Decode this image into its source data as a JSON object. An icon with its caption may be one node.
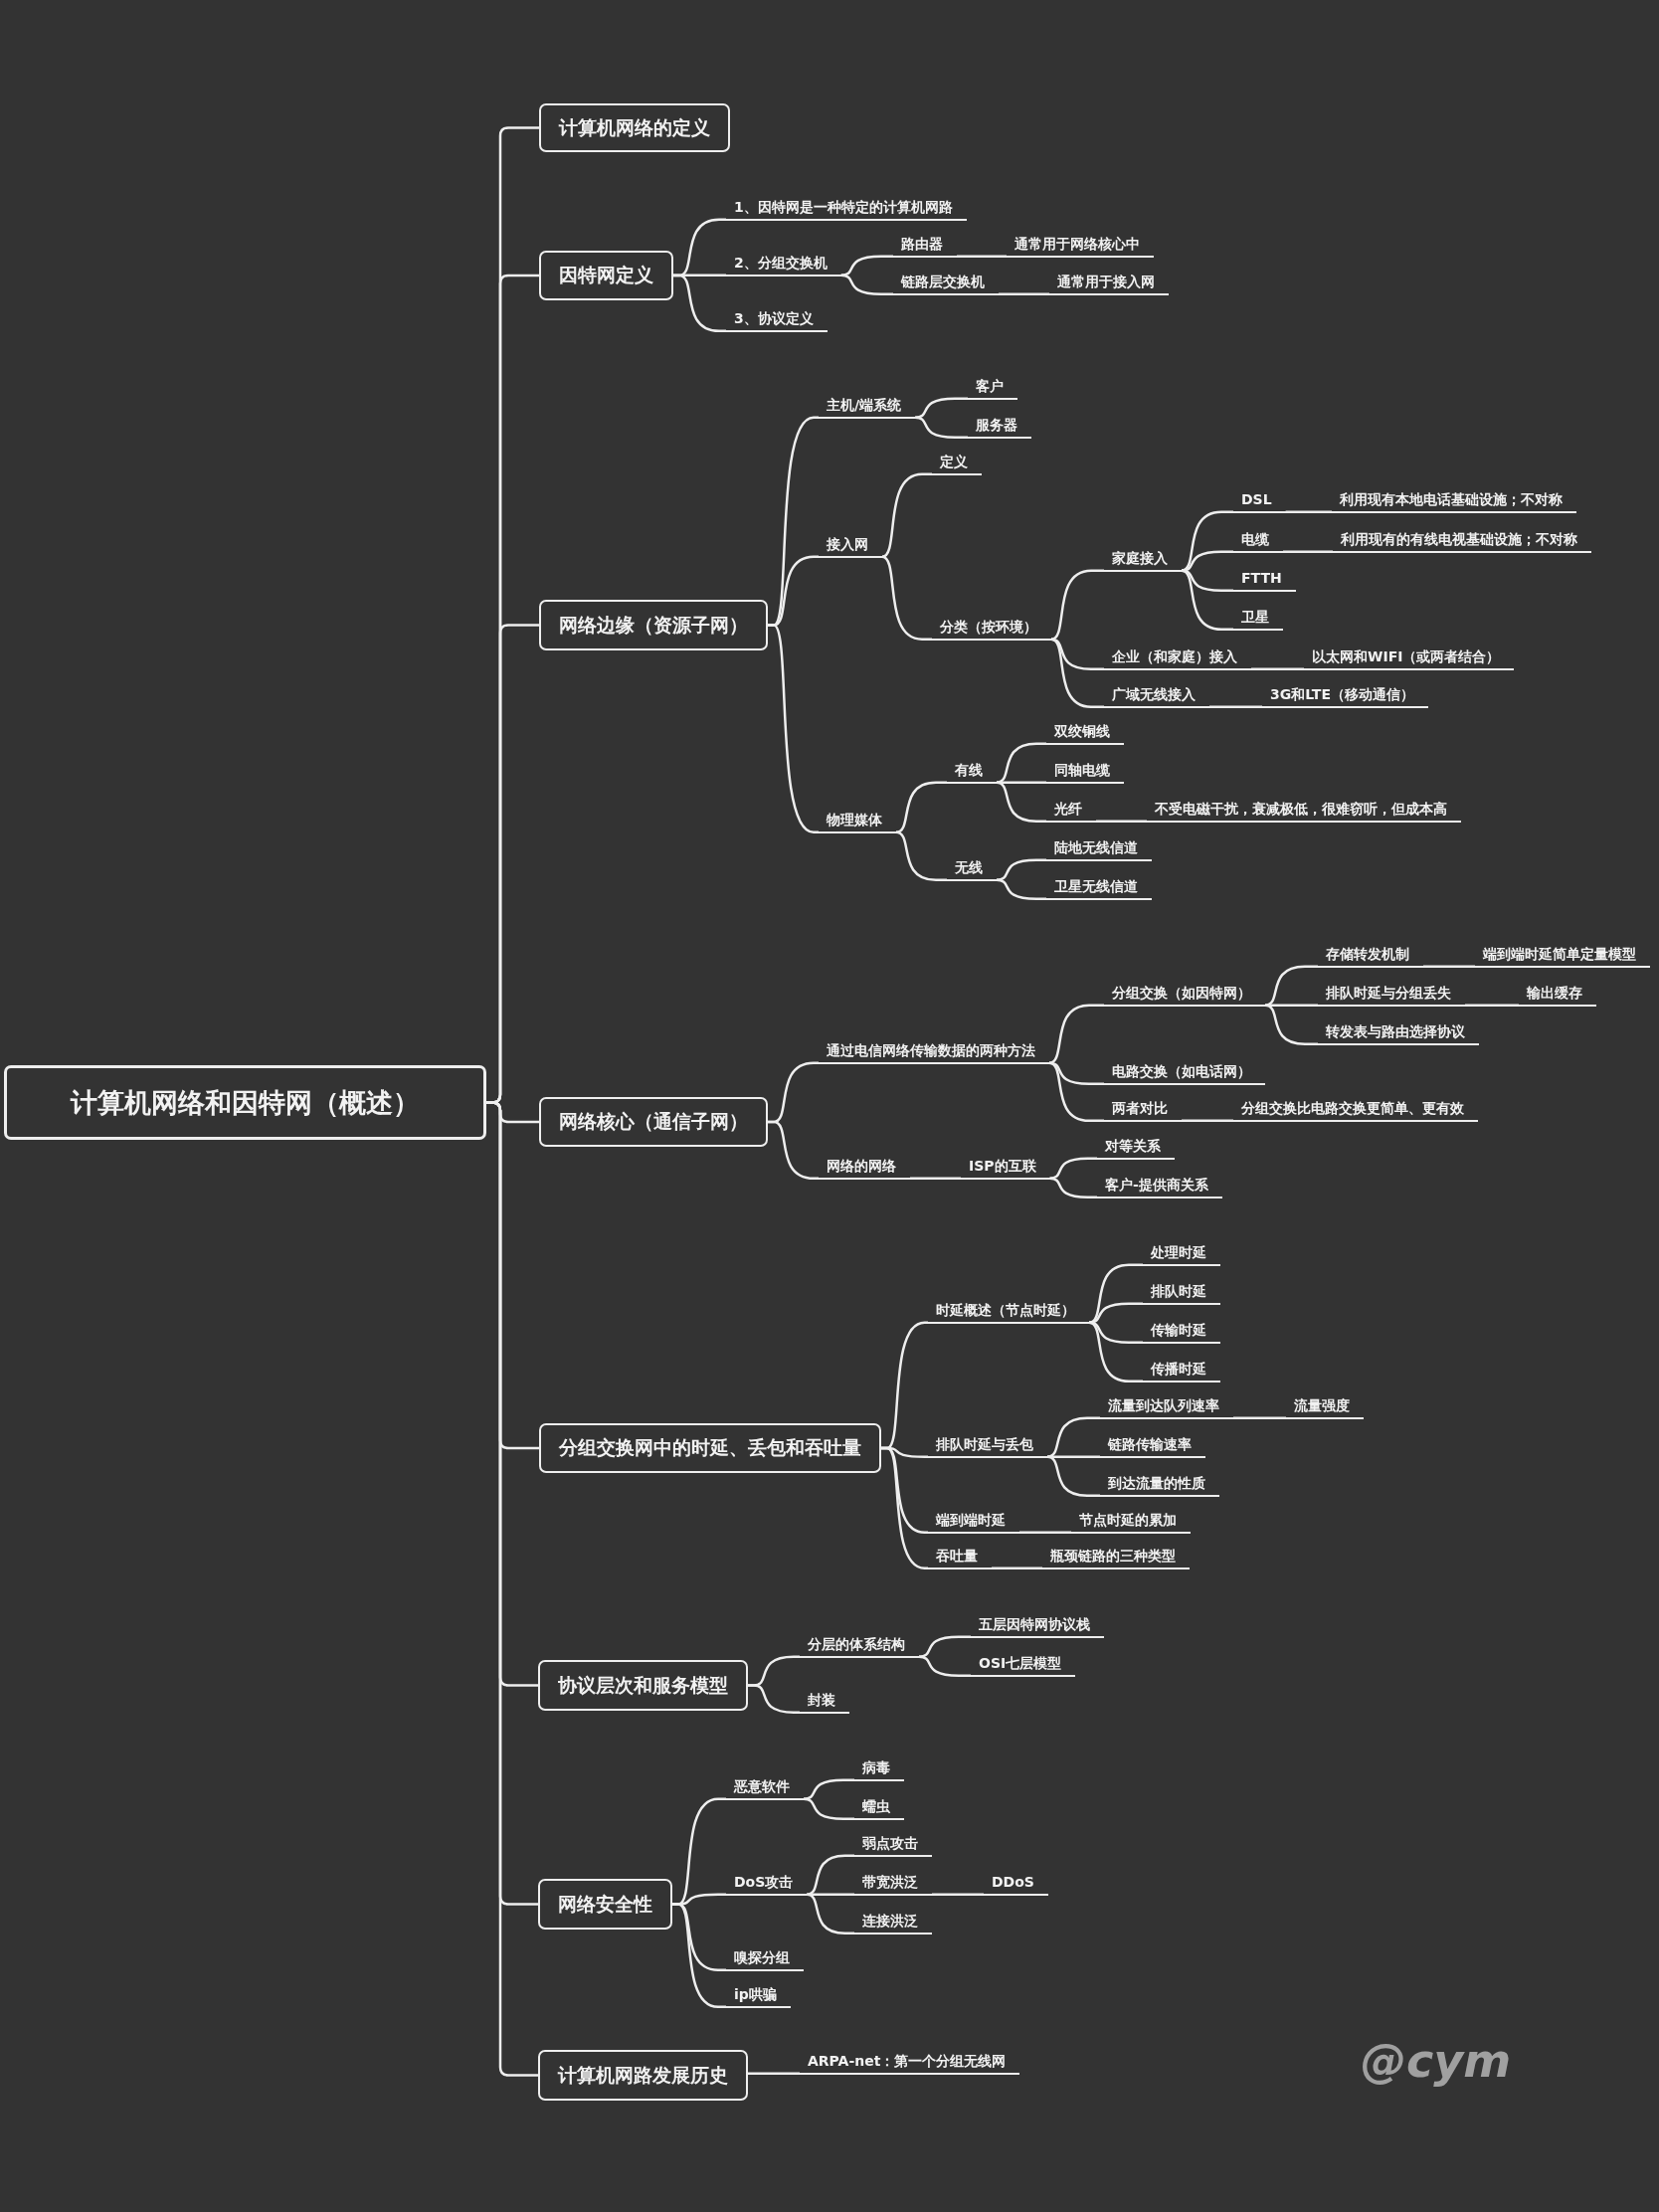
{
  "diagram": {
    "nodes": [
      {
        "text": [
          "计算机网络和因特网（概述）"
        ]
      },
      {
        "text": [
          "计算机网络的定义"
        ]
      },
      {
        "text": [
          "因特网定义"
        ]
      },
      {
        "text": [
          "1、因特网是一种特定的计算机网路"
        ]
      },
      {
        "text": [
          "2、分组交换机"
        ]
      },
      {
        "text": [
          "路由器"
        ]
      },
      {
        "text": [
          "通常用于网络核心中"
        ]
      },
      {
        "text": [
          "链路层交换机"
        ]
      },
      {
        "text": [
          "通常用于接入网"
        ]
      },
      {
        "text": [
          "3、协议定义"
        ]
      },
      {
        "text": [
          "网络边缘（资源子网）"
        ]
      },
      {
        "text": [
          "主机/端系统"
        ]
      },
      {
        "text": [
          "客户"
        ]
      },
      {
        "text": [
          "服务器"
        ]
      },
      {
        "text": [
          "接入网"
        ]
      },
      {
        "text": [
          "定义"
        ]
      },
      {
        "text": [
          "分类（按环境）"
        ]
      },
      {
        "text": [
          "家庭接入"
        ]
      },
      {
        "text": [
          "DSL"
        ]
      },
      {
        "text": [
          "利用现有本地电话基础设施；不对称"
        ]
      },
      {
        "text": [
          "电缆"
        ]
      },
      {
        "text": [
          "利用现有的有线电视基础设施；不对称"
        ]
      },
      {
        "text": [
          "FTTH"
        ]
      },
      {
        "text": [
          "卫星"
        ]
      },
      {
        "text": [
          "企业（和家庭）接入"
        ]
      },
      {
        "text": [
          "以太网和WIFI（或两者结合）"
        ]
      },
      {
        "text": [
          "广域无线接入"
        ]
      },
      {
        "text": [
          "3G和LTE（移动通信）"
        ]
      },
      {
        "text": [
          "物理媒体"
        ]
      },
      {
        "text": [
          "有线"
        ]
      },
      {
        "text": [
          "双绞铜线"
        ]
      },
      {
        "text": [
          "同轴电缆"
        ]
      },
      {
        "text": [
          "光纤"
        ]
      },
      {
        "text": [
          "不受电磁干扰，衰减极低，很难窃听，但成本高"
        ]
      },
      {
        "text": [
          "无线"
        ]
      },
      {
        "text": [
          "陆地无线信道"
        ]
      },
      {
        "text": [
          "卫星无线信道"
        ]
      },
      {
        "text": [
          "网络核心（通信子网）"
        ]
      },
      {
        "text": [
          "通过电信网络传输数据的两种方法"
        ]
      },
      {
        "text": [
          "分组交换（如因特网）"
        ]
      },
      {
        "text": [
          "存储转发机制"
        ]
      },
      {
        "text": [
          "端到端时延简单定量模型"
        ]
      },
      {
        "text": [
          "排队时延与分组丢失"
        ]
      },
      {
        "text": [
          "输出缓存"
        ]
      },
      {
        "text": [
          "转发表与路由选择协议"
        ]
      },
      {
        "text": [
          "电路交换（如电话网）"
        ]
      },
      {
        "text": [
          "两者对比"
        ]
      },
      {
        "text": [
          "分组交换比电路交换更简单、更有效"
        ]
      },
      {
        "text": [
          "网络的网络"
        ]
      },
      {
        "text": [
          "ISP的互联"
        ]
      },
      {
        "text": [
          "对等关系"
        ]
      },
      {
        "text": [
          "客户-提供商关系"
        ]
      },
      {
        "text": [
          "分组交换网中的时延、丢包和吞吐量"
        ]
      },
      {
        "text": [
          "时延概述（节点时延）"
        ]
      },
      {
        "text": [
          "处理时延"
        ]
      },
      {
        "text": [
          "排队时延"
        ]
      },
      {
        "text": [
          "传输时延"
        ]
      },
      {
        "text": [
          "传播时延"
        ]
      },
      {
        "text": [
          "排队时延与丢包"
        ]
      },
      {
        "text": [
          "流量到达队列速率"
        ]
      },
      {
        "text": [
          "流量强度"
        ]
      },
      {
        "text": [
          "链路传输速率"
        ]
      },
      {
        "text": [
          "到达流量的性质"
        ]
      },
      {
        "text": [
          "端到端时延"
        ]
      },
      {
        "text": [
          "节点时延的累加"
        ]
      },
      {
        "text": [
          "吞吐量"
        ]
      },
      {
        "text": [
          "瓶颈链路的三种类型"
        ]
      },
      {
        "text": [
          "协议层次和服务模型"
        ]
      },
      {
        "text": [
          "分层的体系结构"
        ]
      },
      {
        "text": [
          "五层因特网协议栈"
        ]
      },
      {
        "text": [
          "OSI七层模型"
        ]
      },
      {
        "text": [
          "封装"
        ]
      },
      {
        "text": [
          "网络安全性"
        ]
      },
      {
        "text": [
          "恶意软件"
        ]
      },
      {
        "text": [
          "病毒"
        ]
      },
      {
        "text": [
          "蠕虫"
        ]
      },
      {
        "text": [
          "DoS攻击"
        ]
      },
      {
        "text": [
          "弱点攻击"
        ]
      },
      {
        "text": [
          "带宽洪泛"
        ]
      },
      {
        "text": [
          "DDoS"
        ]
      },
      {
        "text": [
          "连接洪泛"
        ]
      },
      {
        "text": [
          "嗅探分组"
        ]
      },
      {
        "text": [
          "ip哄骗"
        ]
      },
      {
        "text": [
          "计算机网路发展历史"
        ]
      },
      {
        "text": [
          "ARPA-net：第一个分组无线网"
        ]
      }
    ],
    "edges": [
      {
        "from": 0,
        "to": 1,
        "arrow": "none"
      },
      {
        "from": 0,
        "to": 2,
        "arrow": "none"
      },
      {
        "from": 0,
        "to": 10,
        "arrow": "none"
      },
      {
        "from": 0,
        "to": 37,
        "arrow": "none"
      },
      {
        "from": 0,
        "to": 52,
        "arrow": "none"
      },
      {
        "from": 0,
        "to": 67,
        "arrow": "none"
      },
      {
        "from": 0,
        "to": 72,
        "arrow": "none"
      },
      {
        "from": 0,
        "to": 83,
        "arrow": "none"
      },
      {
        "from": 2,
        "to": 3,
        "arrow": "none"
      },
      {
        "from": 2,
        "to": 4,
        "arrow": "none"
      },
      {
        "from": 2,
        "to": 9,
        "arrow": "none"
      },
      {
        "from": 4,
        "to": 5,
        "arrow": "none"
      },
      {
        "from": 4,
        "to": 7,
        "arrow": "none"
      },
      {
        "from": 5,
        "to": 6,
        "arrow": "none"
      },
      {
        "from": 7,
        "to": 8,
        "arrow": "none"
      },
      {
        "from": 10,
        "to": 11,
        "arrow": "none"
      },
      {
        "from": 10,
        "to": 14,
        "arrow": "none"
      },
      {
        "from": 10,
        "to": 28,
        "arrow": "none"
      },
      {
        "from": 11,
        "to": 12,
        "arrow": "none"
      },
      {
        "from": 11,
        "to": 13,
        "arrow": "none"
      },
      {
        "from": 14,
        "to": 15,
        "arrow": "none"
      },
      {
        "from": 14,
        "to": 16,
        "arrow": "none"
      },
      {
        "from": 16,
        "to": 17,
        "arrow": "none"
      },
      {
        "from": 16,
        "to": 24,
        "arrow": "none"
      },
      {
        "from": 16,
        "to": 26,
        "arrow": "none"
      },
      {
        "from": 17,
        "to": 18,
        "arrow": "none"
      },
      {
        "from": 17,
        "to": 20,
        "arrow": "none"
      },
      {
        "from": 17,
        "to": 22,
        "arrow": "none"
      },
      {
        "from": 17,
        "to": 23,
        "arrow": "none"
      },
      {
        "from": 18,
        "to": 19,
        "arrow": "none"
      },
      {
        "from": 20,
        "to": 21,
        "arrow": "none"
      },
      {
        "from": 24,
        "to": 25,
        "arrow": "none"
      },
      {
        "from": 26,
        "to": 27,
        "arrow": "none"
      },
      {
        "from": 28,
        "to": 29,
        "arrow": "none"
      },
      {
        "from": 28,
        "to": 34,
        "arrow": "none"
      },
      {
        "from": 29,
        "to": 30,
        "arrow": "none"
      },
      {
        "from": 29,
        "to": 31,
        "arrow": "none"
      },
      {
        "from": 29,
        "to": 32,
        "arrow": "none"
      },
      {
        "from": 32,
        "to": 33,
        "arrow": "none"
      },
      {
        "from": 34,
        "to": 35,
        "arrow": "none"
      },
      {
        "from": 34,
        "to": 36,
        "arrow": "none"
      },
      {
        "from": 37,
        "to": 38,
        "arrow": "none"
      },
      {
        "from": 37,
        "to": 48,
        "arrow": "none"
      },
      {
        "from": 38,
        "to": 39,
        "arrow": "none"
      },
      {
        "from": 38,
        "to": 45,
        "arrow": "none"
      },
      {
        "from": 38,
        "to": 46,
        "arrow": "none"
      },
      {
        "from": 39,
        "to": 40,
        "arrow": "none"
      },
      {
        "from": 39,
        "to": 42,
        "arrow": "none"
      },
      {
        "from": 39,
        "to": 44,
        "arrow": "none"
      },
      {
        "from": 40,
        "to": 41,
        "arrow": "none"
      },
      {
        "from": 42,
        "to": 43,
        "arrow": "none"
      },
      {
        "from": 46,
        "to": 47,
        "arrow": "none"
      },
      {
        "from": 48,
        "to": 49,
        "arrow": "none"
      },
      {
        "from": 49,
        "to": 50,
        "arrow": "none"
      },
      {
        "from": 49,
        "to": 51,
        "arrow": "none"
      },
      {
        "from": 52,
        "to": 53,
        "arrow": "none"
      },
      {
        "from": 52,
        "to": 58,
        "arrow": "none"
      },
      {
        "from": 52,
        "to": 63,
        "arrow": "none"
      },
      {
        "from": 52,
        "to": 65,
        "arrow": "none"
      },
      {
        "from": 53,
        "to": 54,
        "arrow": "none"
      },
      {
        "from": 53,
        "to": 55,
        "arrow": "none"
      },
      {
        "from": 53,
        "to": 56,
        "arrow": "none"
      },
      {
        "from": 53,
        "to": 57,
        "arrow": "none"
      },
      {
        "from": 58,
        "to": 59,
        "arrow": "none"
      },
      {
        "from": 58,
        "to": 61,
        "arrow": "none"
      },
      {
        "from": 58,
        "to": 62,
        "arrow": "none"
      },
      {
        "from": 59,
        "to": 60,
        "arrow": "none"
      },
      {
        "from": 63,
        "to": 64,
        "arrow": "none"
      },
      {
        "from": 65,
        "to": 66,
        "arrow": "none"
      },
      {
        "from": 67,
        "to": 68,
        "arrow": "none"
      },
      {
        "from": 67,
        "to": 71,
        "arrow": "none"
      },
      {
        "from": 68,
        "to": 69,
        "arrow": "none"
      },
      {
        "from": 68,
        "to": 70,
        "arrow": "none"
      },
      {
        "from": 72,
        "to": 73,
        "arrow": "none"
      },
      {
        "from": 72,
        "to": 76,
        "arrow": "none"
      },
      {
        "from": 72,
        "to": 81,
        "arrow": "none"
      },
      {
        "from": 72,
        "to": 82,
        "arrow": "none"
      },
      {
        "from": 73,
        "to": 74,
        "arrow": "none"
      },
      {
        "from": 73,
        "to": 75,
        "arrow": "none"
      },
      {
        "from": 76,
        "to": 77,
        "arrow": "none"
      },
      {
        "from": 76,
        "to": 78,
        "arrow": "none"
      },
      {
        "from": 76,
        "to": 80,
        "arrow": "none"
      },
      {
        "from": 78,
        "to": 79,
        "arrow": "none"
      },
      {
        "from": 83,
        "to": 84,
        "arrow": "none"
      }
    ],
    "labels": [
      "@cym"
    ]
  }
}
